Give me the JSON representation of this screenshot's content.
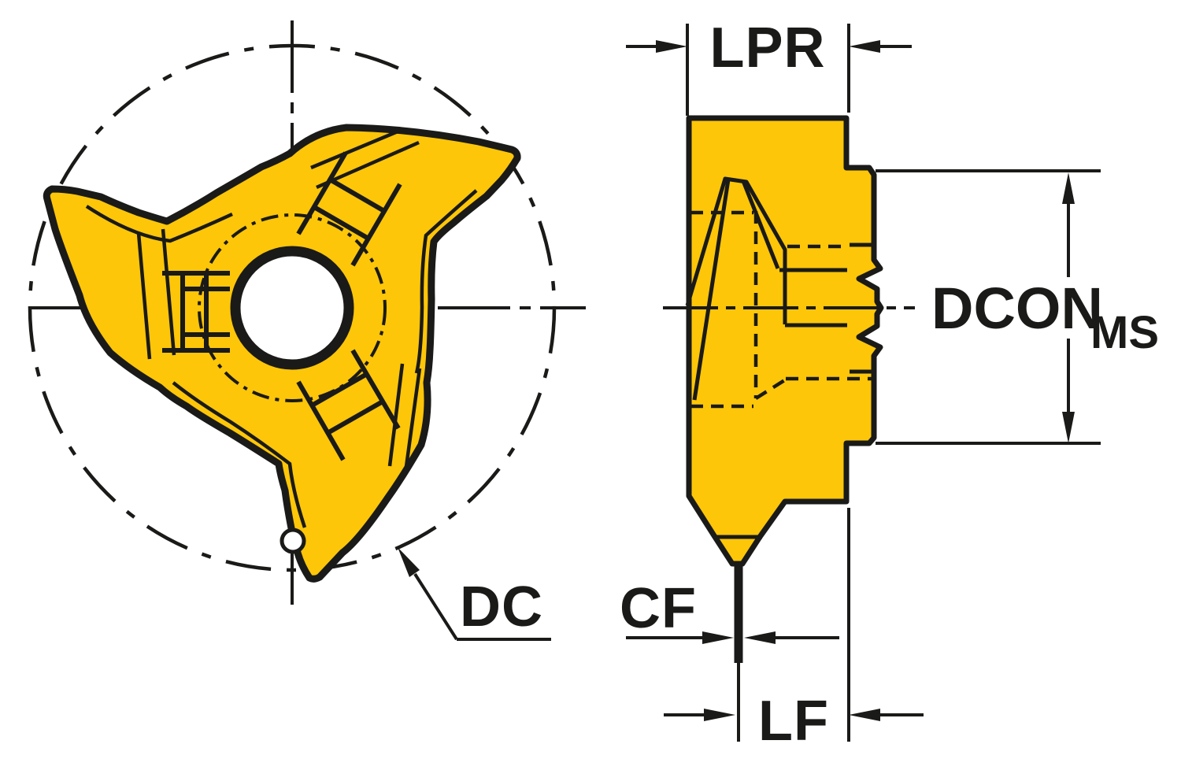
{
  "labels": {
    "lpr": "LPR",
    "dcon": "DCON",
    "dcon_sub": "MS",
    "dc": "DC",
    "cf": "CF",
    "lf": "LF"
  },
  "colors": {
    "insert_fill": "#FDC608",
    "line": "#1A1A18",
    "background": "#FFFFFF"
  }
}
